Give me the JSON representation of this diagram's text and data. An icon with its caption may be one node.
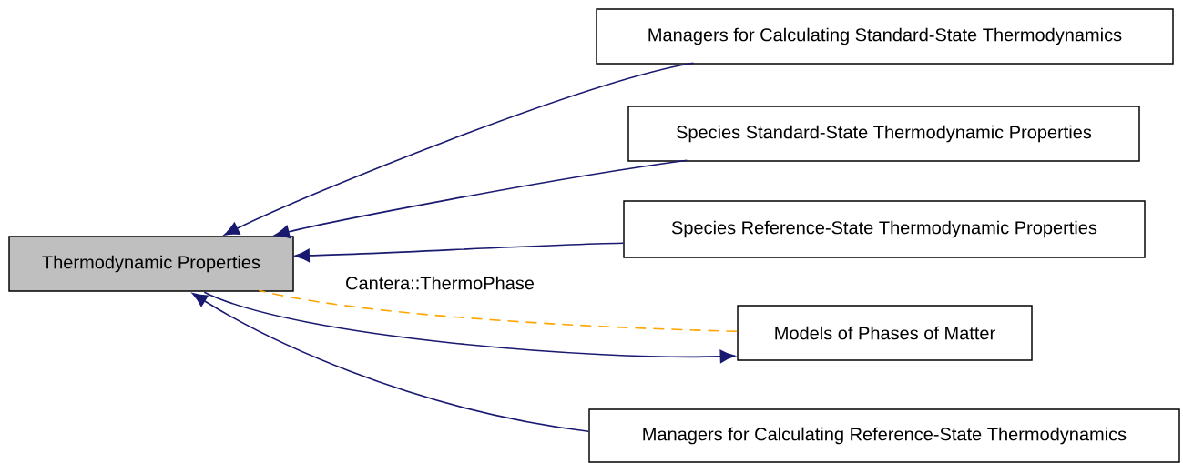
{
  "diagram": {
    "nodes": [
      {
        "text": [
          "Thermodynamic Properties"
        ]
      },
      {
        "text": [
          "Managers for Calculating Standard-State Thermodynamics"
        ]
      },
      {
        "text": [
          "Species Standard-State Thermodynamic Properties"
        ]
      },
      {
        "text": [
          "Species Reference-State Thermodynamic Properties"
        ]
      },
      {
        "text": [
          "Models of Phases of Matter"
        ]
      },
      {
        "text": [
          "Managers for Calculating Reference-State Thermodynamics"
        ]
      }
    ],
    "edges": [
      {
        "from": 1,
        "to": 0,
        "arrow": "to"
      },
      {
        "from": 2,
        "to": 0,
        "arrow": "to"
      },
      {
        "from": 3,
        "to": 0,
        "arrow": "to"
      },
      {
        "from": 4,
        "to": 0,
        "arrow": "none",
        "label": "Cantera::ThermoPhase",
        "style": "dashed",
        "color": "#ffa500"
      },
      {
        "from": 0,
        "to": 4,
        "arrow": "to"
      },
      {
        "from": 5,
        "to": 0,
        "arrow": "to"
      }
    ]
  }
}
